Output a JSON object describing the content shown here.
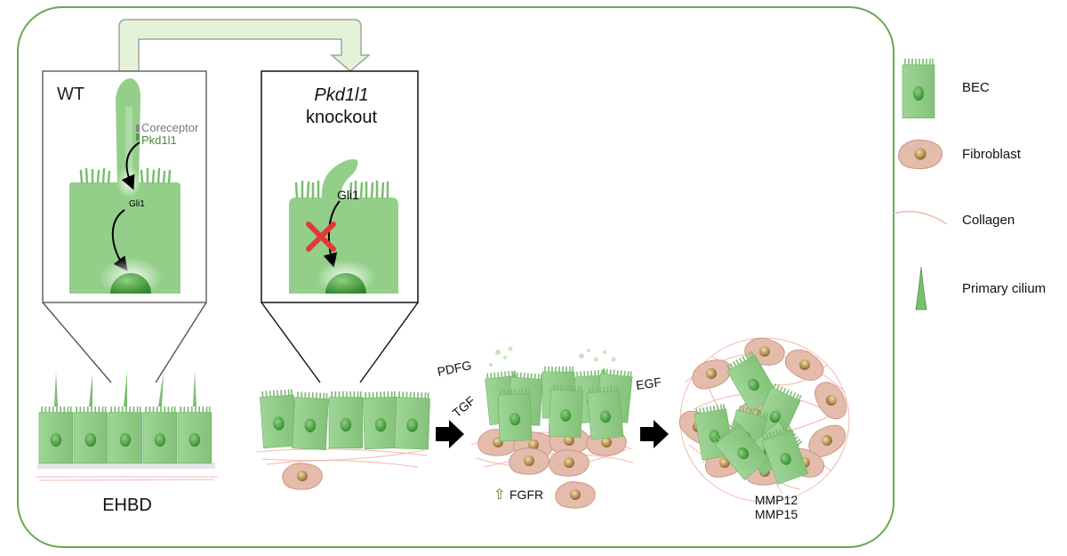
{
  "panels": {
    "wt": {
      "title": "WT",
      "coreceptor_label": "Coreceptor",
      "pkd_label": "Pkd1l1",
      "gli_label": "Gli1"
    },
    "ko": {
      "title_italic": "Pkd1l1",
      "title": "knockout",
      "gli_label": "Gli1"
    }
  },
  "stages": {
    "ehbd_label": "EHBD",
    "signals": [
      "PDFG",
      "TGF",
      "EGF"
    ],
    "fgfr_label": "FGFR",
    "fgfr_arrow": "⇧",
    "mmp_labels": [
      "MMP12",
      "MMP15"
    ]
  },
  "legend": [
    {
      "label": "BEC",
      "icon": "bec-cell-icon"
    },
    {
      "label": "Fibroblast",
      "icon": "fibroblast-icon"
    },
    {
      "label": "Collagen",
      "icon": "collagen-icon"
    },
    {
      "label": "Primary cilium",
      "icon": "primary-cilium-icon"
    }
  ],
  "colors": {
    "cell_green": "#8fcc85",
    "cell_green_dark": "#6fae66",
    "nucleus_green": "#3e9a3a",
    "fibroblast_pink": "#e5bcab",
    "collagen": "#f2b8ad",
    "frame_green": "#6aa84f",
    "inhibit_red": "#e53935"
  }
}
